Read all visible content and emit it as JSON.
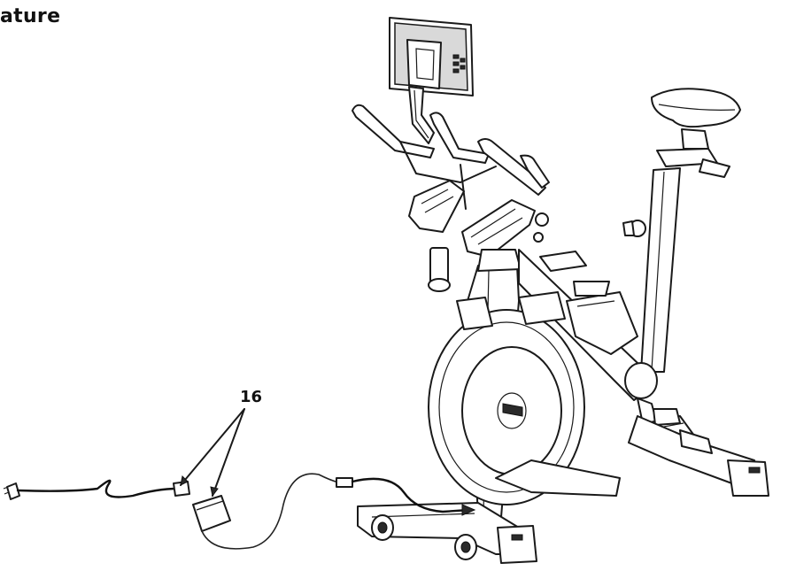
{
  "heading": {
    "text": "ature"
  },
  "callout": {
    "label": "16"
  },
  "colors": {
    "line": "#1a1a1a",
    "background": "#ffffff"
  },
  "icons": [
    "exercise-bike-illustration",
    "power-adapter",
    "power-cord-plug"
  ]
}
